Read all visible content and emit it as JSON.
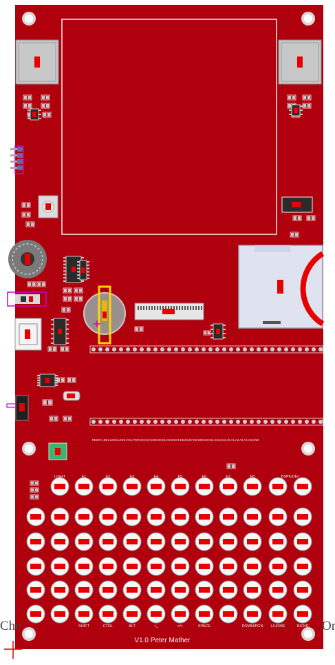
{
  "board": {
    "version_label": "V1.0  Peter Mather",
    "header_pinout": "RESET,LED1,LED2,LED3,VCC,PWR,3V3,5V,GND,D0,D1,D2,D3,D4,D5,D6,D7,D8,D9,D10,D11,D12,D13,A0,A1,A2,A3,A4,A5,GND",
    "colors": {
      "pcb": "#b0000d",
      "silkscreen": "#f2f2f2",
      "pad": "#e60000",
      "metal": "#c8c8c8",
      "marker": "#cc00cc"
    }
  },
  "page_edge_text": {
    "left": "Che",
    "right": "Or"
  },
  "keyboard": {
    "top_row_labels": [
      "LIGHT",
      "F1",
      "F2",
      "F3",
      "F4",
      "F5",
      "F6",
      "F7",
      "F8",
      "BSPK/DEL"
    ],
    "row6_labels": [
      "",
      "SHIFT",
      "CTRL",
      "ALT",
      "-/_",
      "=/+",
      "SPACE",
      "",
      "DOWN/PGN",
      "L/HOME",
      "R/END"
    ]
  }
}
